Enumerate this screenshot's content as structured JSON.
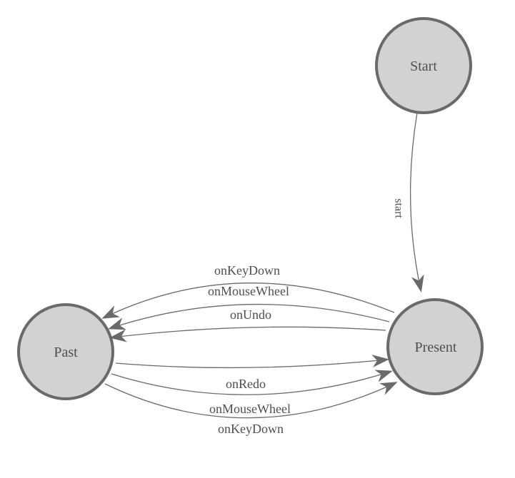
{
  "diagram": {
    "type": "finite-state-machine",
    "background_color": "#ffffff",
    "colors": {
      "node_fill": "#d2d2d2",
      "node_stroke": "#6a6a6a",
      "edge_stroke": "#6a6a6a",
      "arrowhead_fill": "#6a6a6a",
      "label_text": "#4f4f4f"
    },
    "nodes": [
      {
        "id": "start",
        "label": "Start"
      },
      {
        "id": "present",
        "label": "Present"
      },
      {
        "id": "past",
        "label": "Past"
      }
    ],
    "edges": [
      {
        "from": "Start",
        "to": "Present",
        "label": "start"
      },
      {
        "from": "Present",
        "to": "Past",
        "label": "onKeyDown"
      },
      {
        "from": "Present",
        "to": "Past",
        "label": "onMouseWheel"
      },
      {
        "from": "Present",
        "to": "Past",
        "label": "onUndo"
      },
      {
        "from": "Past",
        "to": "Present",
        "label": "onRedo"
      },
      {
        "from": "Past",
        "to": "Present",
        "label": "onMouseWheel"
      },
      {
        "from": "Past",
        "to": "Present",
        "label": "onKeyDown"
      }
    ]
  }
}
